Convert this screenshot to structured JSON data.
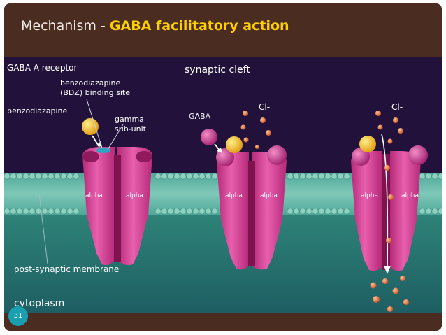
{
  "slide": {
    "title_prefix": "Mechanism - ",
    "title_highlight": "GABA facilitatory action",
    "page_number": "31"
  },
  "figure": {
    "labels": {
      "receptor": "GABA A receptor",
      "synaptic_cleft": "synaptic cleft",
      "bdz_site_line1": "benzodiazapine",
      "bdz_site_line2": "(BDZ) binding site",
      "benzodiazapine": "benzodiazapine",
      "gamma_line1": "gamma",
      "gamma_line2": "sub-unit",
      "gaba": "GABA",
      "cl_1": "Cl-",
      "cl_2": "Cl-",
      "membrane": "post-synaptic membrane",
      "cytoplasm": "cytoplasm"
    },
    "channel_subunit_label": "alpha",
    "colors": {
      "background": "#22123b",
      "membrane": "#59b3a3",
      "cytoplasm": "#2c7874",
      "receptor": "#d43a8e",
      "benzodiazapine": "#f4b81d",
      "gaba": "#c2358b",
      "chloride": "#e67b3f"
    }
  }
}
